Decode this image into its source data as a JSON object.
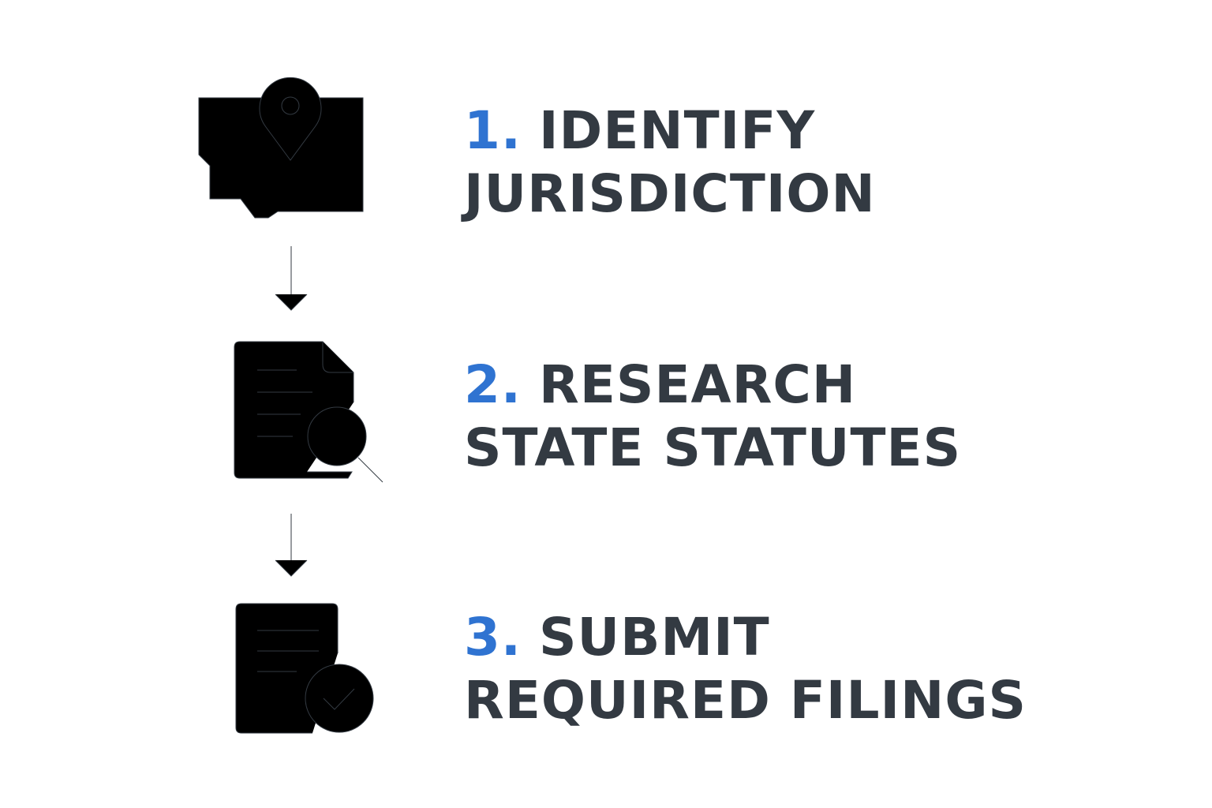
{
  "colors": {
    "accent": "#2f73d1",
    "text": "#333a42",
    "icon_stroke": "#333a42",
    "background": "#ffffff"
  },
  "steps": [
    {
      "number": "1.",
      "line1": "IDENTIFY",
      "line2": "JURISDICTION",
      "icon": "map-pin-icon"
    },
    {
      "number": "2.",
      "line1": "RESEARCH",
      "line2": "STATE STATUTES",
      "icon": "document-search-icon"
    },
    {
      "number": "3.",
      "line1": "SUBMIT",
      "line2": "REQUIRED FILINGS",
      "icon": "document-check-icon"
    }
  ],
  "connectors": [
    "arrow-down-icon",
    "arrow-down-icon"
  ]
}
